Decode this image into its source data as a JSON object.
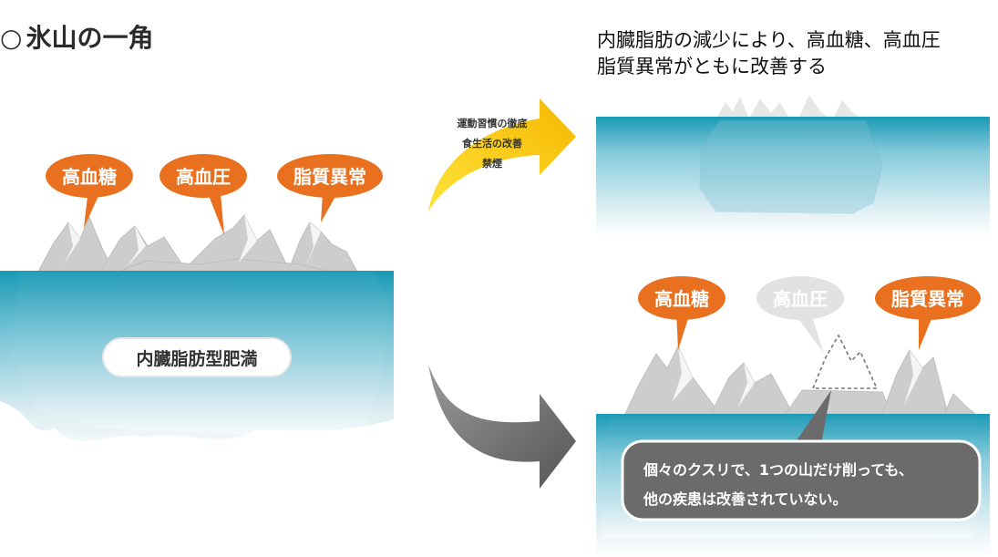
{
  "title": "氷山の一角",
  "title_marker": "○",
  "note_lines": [
    "内臓脂肪の減少により、高血糖、高血圧",
    "脂質異常がともに改善する"
  ],
  "left_iceberg": {
    "label": "内臓脂肪型肥満",
    "bubbles": [
      "高血糖",
      "高血圧",
      "脂質異常"
    ]
  },
  "arrow_lifestyle": {
    "lines": [
      "運動習慣の徹底",
      "食生活の改善",
      "禁煙"
    ],
    "color": "#f5c400"
  },
  "arrow_drug": {
    "color": "#6e6e6e"
  },
  "right_bottom": {
    "bubbles": [
      "高血糖",
      "高血圧",
      "脂質異常"
    ],
    "message_lines": [
      "個々のクスリで、1つの山だけ削っても、",
      "他の疾患は改善されていない。"
    ]
  },
  "colors": {
    "bubble": "#e8701f",
    "bubble_faded": "#e2e2e2",
    "water_top": "#1a9ab5",
    "mountain": "#c9c9c9",
    "message_box": "#6b6b6b"
  }
}
